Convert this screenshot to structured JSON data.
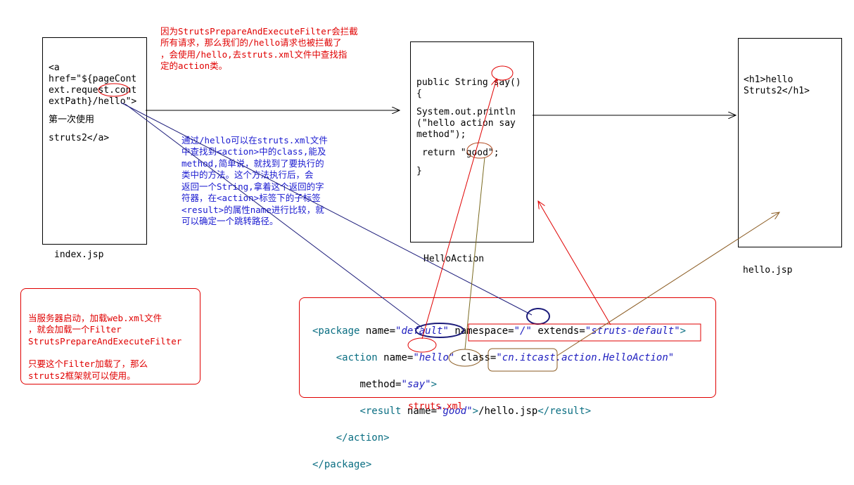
{
  "index_box": {
    "lines": [
      "<a",
      "href=\"${pageCont",
      "ext.request.cont",
      "extPath}/hello\">",
      "第一次使用",
      "struts2</a>"
    ],
    "caption": "index.jsp"
  },
  "action_box": {
    "lines": [
      "public String say()",
      "{",
      "System.out.println",
      "(\"hello action say",
      "method\");",
      "return \"good\";",
      "}"
    ],
    "caption": "HelloAction"
  },
  "hello_box": {
    "lines": [
      "<h1>hello",
      "Struts2</h1>"
    ],
    "caption": "hello.jsp"
  },
  "note_top": {
    "lines": [
      "因为StrutsPrepareAndExecuteFilter会拦截",
      "所有请求，那么我们的/hello请求也被拦截了",
      "，会使用/hello,去struts.xml文件中查找指",
      "定的action类。"
    ],
    "color": "#e00000"
  },
  "note_middle": {
    "lines": [
      "通过/hello可以在struts.xml文件",
      "中查找到<action>中的class,能及",
      "method,简单说，就找到了要执行的",
      "类中的方法。这个方法执行后，会",
      "返回一个String,拿着这个返回的字",
      "符器，在<action>标签下的子标签",
      "<result>的属性name进行比较，就",
      "可以确定一个跳转路径。"
    ],
    "color": "#1a1ad0"
  },
  "note_server": {
    "lines": [
      "当服务器启动，加载web.xml文件",
      "，就会加载一个Filter",
      "StrutsPrepareAndExecuteFilter",
      "",
      "只要这个Filter加载了，那么",
      "struts2框架就可以使用。"
    ],
    "color": "#e00000"
  },
  "xml": {
    "package_open": "<package",
    "name_attr": "name=",
    "name_val": "\"default\"",
    "ns_attr": "namespace=",
    "ns_val": "\"/\"",
    "ext_attr": "extends=",
    "ext_val": "\"struts-default\"",
    "close_bracket": ">",
    "action_open": "<action",
    "action_name_attr": "name=",
    "action_name_val": "\"hello\"",
    "class_attr": "class=",
    "class_val": "\"cn.itcast.action.HelloAction\"",
    "method_attr": "method=",
    "method_val": "\"say\"",
    "result_open": "<result",
    "result_name_attr": "name=",
    "result_name_val": "\"good\"",
    "result_text": "/hello.jsp",
    "result_close": "</result>",
    "action_close": "</action>",
    "package_close": "</package>",
    "caption": "struts.xml"
  },
  "colors": {
    "red": "#e00000",
    "navy": "#1c1c7a",
    "brown": "#8a5a20",
    "olive": "#7a6a20",
    "box_border_red": "#e00000"
  }
}
